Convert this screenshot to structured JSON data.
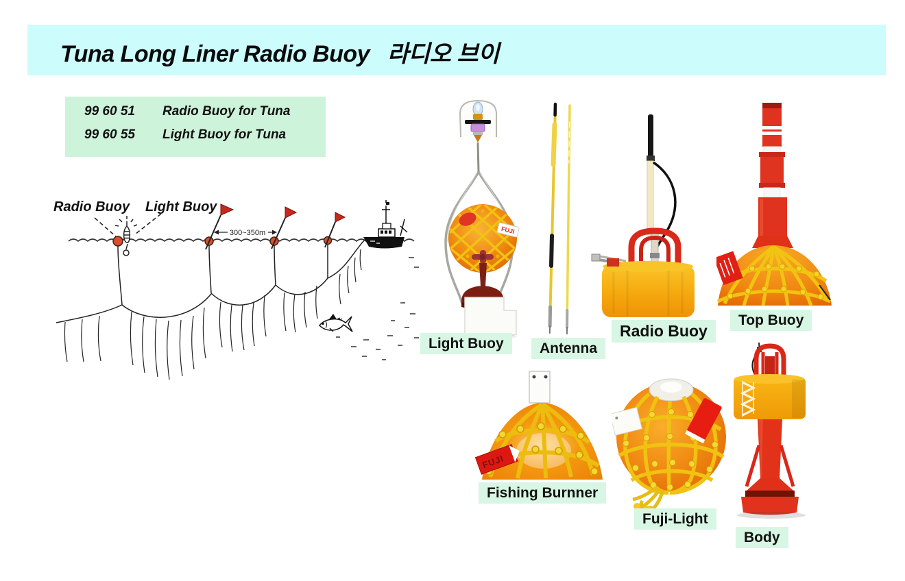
{
  "banner": {
    "title_en": "Tuna Long Liner Radio Buoy",
    "title_ko": "라디오 브이",
    "bg": "#ccfcfc"
  },
  "product_codes": {
    "bg": "#cdf3da",
    "items": [
      {
        "code": "99 60 51",
        "name": "Radio Buoy for Tuna"
      },
      {
        "code": "99 60 55",
        "name": "Light Buoy for Tuna"
      }
    ]
  },
  "diagram": {
    "label_radio_buoy": "Radio Buoy",
    "label_light_buoy": "Light Buoy",
    "distance": "300~350m"
  },
  "products": [
    {
      "id": "light-buoy",
      "label": "Light Buoy"
    },
    {
      "id": "antenna",
      "label": "Antenna"
    },
    {
      "id": "radio-buoy",
      "label": "Radio Buoy"
    },
    {
      "id": "top-buoy",
      "label": "Top Buoy"
    },
    {
      "id": "fishing-burner",
      "label": "Fishing Burnner"
    },
    {
      "id": "fuji-light",
      "label": "Fuji-Light"
    },
    {
      "id": "body",
      "label": "Body"
    }
  ],
  "tags": {
    "brand": "FUJI"
  },
  "colors": {
    "banner_bg": "#ccfcfc",
    "code_box_bg": "#cdf3da",
    "label_bg": "#d8f6e4",
    "buoy_orange": "#f08c12",
    "net_yellow": "#f2c412",
    "buoy_red": "#e0331f",
    "flag_red": "#c8281e"
  }
}
